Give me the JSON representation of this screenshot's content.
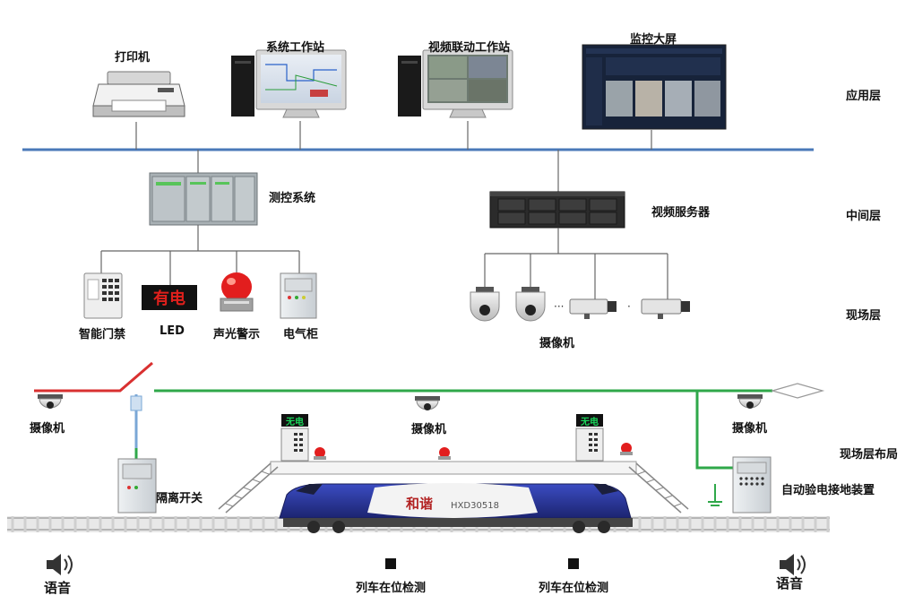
{
  "devices": {
    "printer": "打印机",
    "system_workstation": "系统工作站",
    "video_workstation": "视频联动工作站",
    "monitor_wall": "监控大屏",
    "measure_control": "测控系统",
    "video_server": "视频服务器",
    "smart_access": "智能门禁",
    "led": "LED",
    "alarm": "声光警示",
    "cabinet": "电气柜",
    "camera_group": "摄像机"
  },
  "led_sign_text": "有电",
  "layers": {
    "application": "应用层",
    "middle": "中间层",
    "field": "现场层",
    "field_layout": "现场层布局"
  },
  "layout": {
    "camera_left": "摄像机",
    "camera_mid": "摄像机",
    "camera_right": "摄像机",
    "isolation_switch": "隔离开关",
    "auto_ground": "自动验电接地装置",
    "sign_text_left": "无电",
    "sign_text_right": "无电",
    "train_name": "和谐",
    "train_number": "HXD30518",
    "detect_left": "列车在位检测",
    "detect_right": "列车在位检测",
    "voice_left": "语音",
    "voice_right": "语音"
  },
  "colors": {
    "network_line": "#4a78b8",
    "overhead_green": "#2fa84a",
    "overhead_red": "#d93030",
    "train_blue": "#2c3a9a",
    "led_red": "#e0201c",
    "sign_green": "#1bd35a"
  }
}
